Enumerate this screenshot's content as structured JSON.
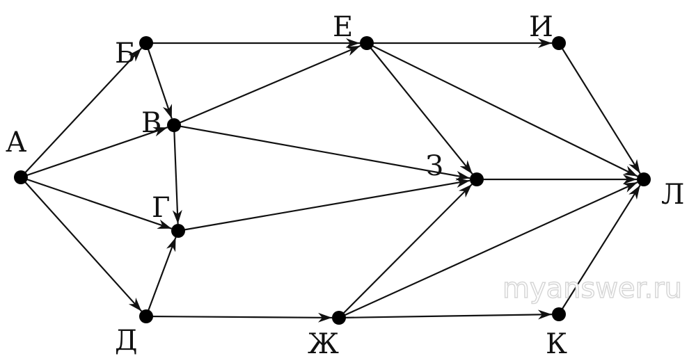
{
  "graph": {
    "nodes": [
      "А",
      "Б",
      "В",
      "Г",
      "Д",
      "Е",
      "Ж",
      "З",
      "И",
      "К",
      "Л"
    ],
    "edges": [
      [
        "А",
        "Б"
      ],
      [
        "А",
        "В"
      ],
      [
        "А",
        "Г"
      ],
      [
        "А",
        "Д"
      ],
      [
        "Б",
        "Е"
      ],
      [
        "Б",
        "В"
      ],
      [
        "В",
        "Е"
      ],
      [
        "В",
        "З"
      ],
      [
        "В",
        "Г"
      ],
      [
        "Г",
        "З"
      ],
      [
        "Д",
        "Г"
      ],
      [
        "Д",
        "Ж"
      ],
      [
        "Е",
        "И"
      ],
      [
        "Е",
        "З"
      ],
      [
        "Е",
        "Л"
      ],
      [
        "И",
        "Л"
      ],
      [
        "З",
        "Л"
      ],
      [
        "Ж",
        "З"
      ],
      [
        "Ж",
        "Л"
      ],
      [
        "Ж",
        "К"
      ],
      [
        "К",
        "Л"
      ]
    ]
  },
  "watermark": "myanswer.ru",
  "colors": {
    "edge": "#111111",
    "node": "#000000"
  }
}
